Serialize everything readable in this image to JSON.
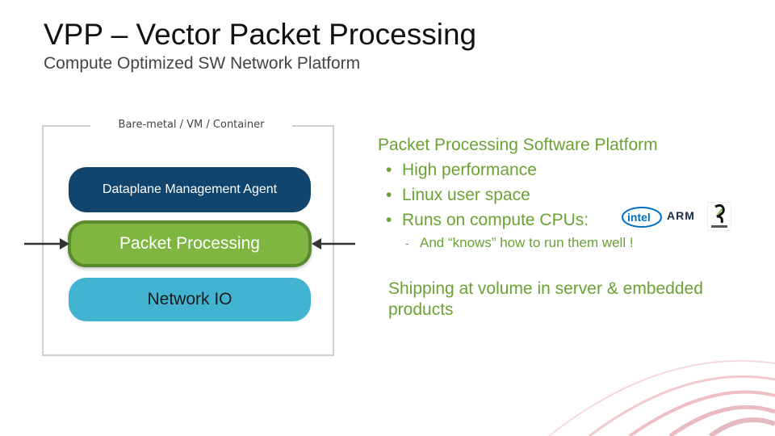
{
  "slide": {
    "title": "VPP – Vector Packet Processing",
    "subtitle": "Compute Optimized SW Network Platform"
  },
  "diagram": {
    "frame_label": "Bare-metal / VM / Container",
    "layers": {
      "management": "Dataplane Management Agent",
      "packet_processing": "Packet Processing",
      "network_io": "Network IO"
    }
  },
  "right_panel": {
    "heading": "Packet Processing Software Platform",
    "bullets": [
      "High performance",
      "Linux user space",
      "Runs on compute CPUs:"
    ],
    "sub_bullet": "And “knows” how to run them well !",
    "shipping": "Shipping at volume in server & embedded products",
    "logos": {
      "intel": "intel",
      "arm": "ARM"
    }
  },
  "colors": {
    "mgmt": "#11456e",
    "packet_processing": "#7fb541",
    "network_io": "#42b3d1",
    "accent_text": "#6aa233"
  }
}
